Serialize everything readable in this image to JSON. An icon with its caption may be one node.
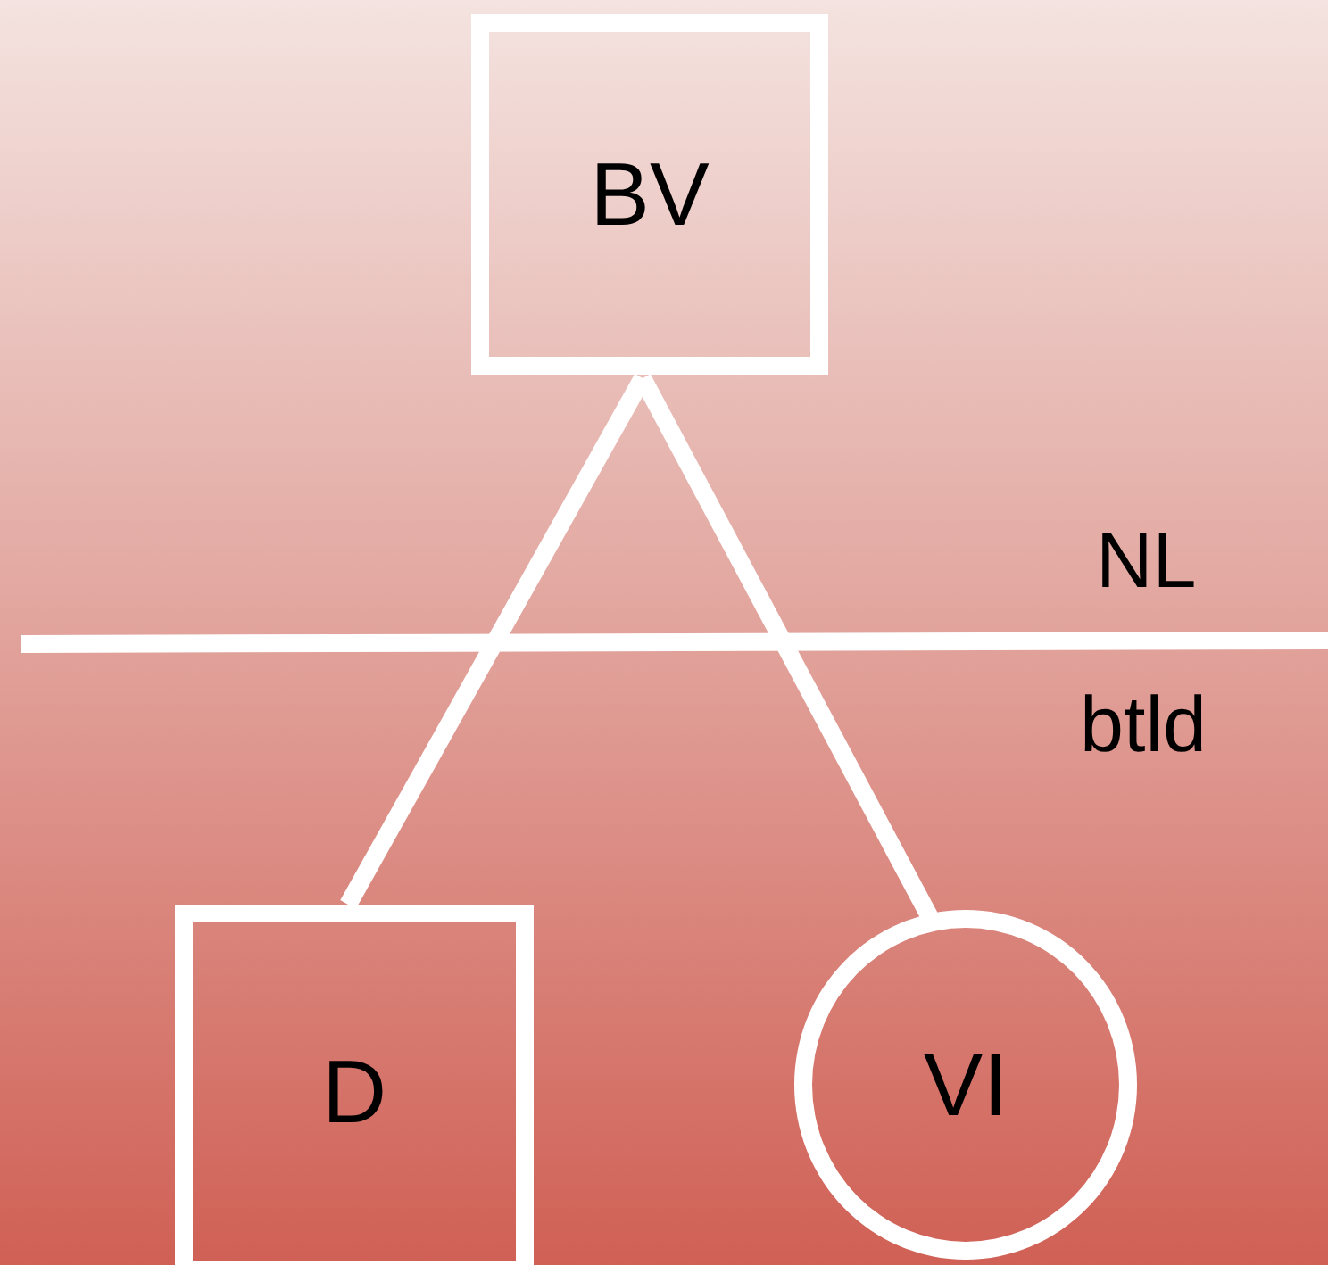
{
  "diagram": {
    "nodes": [
      {
        "text": [
          "BV"
        ]
      },
      {
        "text": [
          "D"
        ]
      },
      {
        "text": [
          "VI"
        ]
      }
    ],
    "edges": [
      {
        "from": 0,
        "to": 1,
        "arrow": "none"
      },
      {
        "from": 0,
        "to": 2,
        "arrow": "none"
      }
    ],
    "labels": [
      "NL",
      "btld"
    ]
  }
}
